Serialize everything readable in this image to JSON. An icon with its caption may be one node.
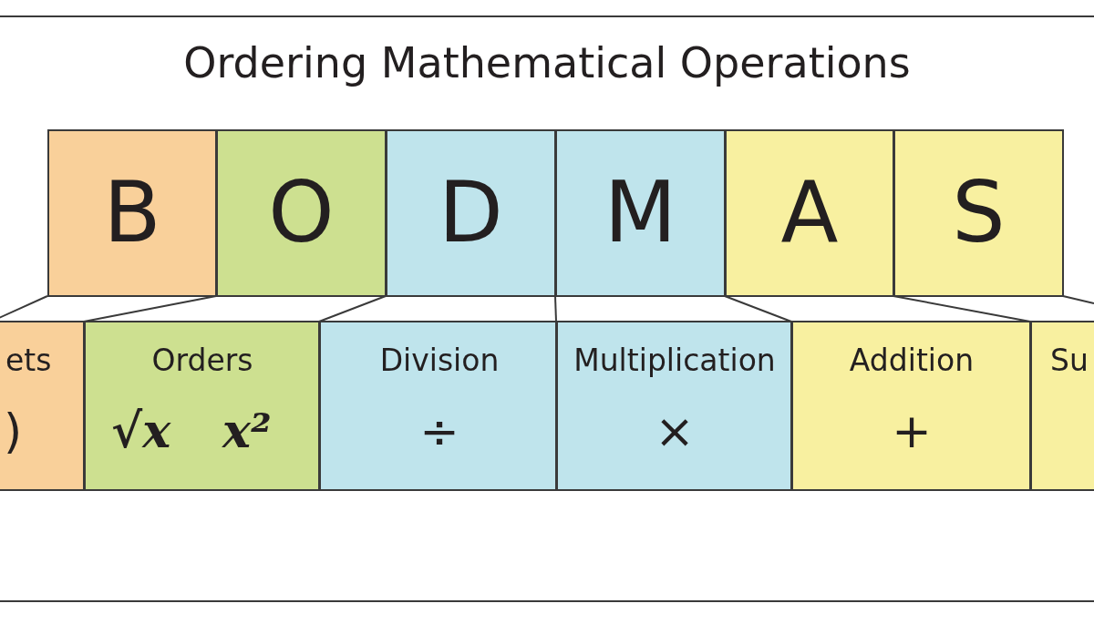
{
  "diagram": {
    "title": "Ordering Mathematical Operations",
    "nodes": [
      {
        "text": [
          "B"
        ]
      },
      {
        "text": [
          "O"
        ]
      },
      {
        "text": [
          "D"
        ]
      },
      {
        "text": [
          "M"
        ]
      },
      {
        "text": [
          "A"
        ]
      },
      {
        "text": [
          "S"
        ]
      },
      {
        "text": [
          "ets",
          ")"
        ]
      },
      {
        "text": [
          "Orders",
          "√x",
          "x²"
        ]
      },
      {
        "text": [
          "Division",
          "÷"
        ]
      },
      {
        "text": [
          "Multiplication",
          "×"
        ]
      },
      {
        "text": [
          "Addition",
          "+"
        ]
      },
      {
        "text": [
          "Su"
        ]
      }
    ],
    "edges": [
      {
        "from": 0,
        "to": 6,
        "arrow": "none"
      },
      {
        "from": 1,
        "to": 7,
        "arrow": "none"
      },
      {
        "from": 2,
        "to": 8,
        "arrow": "none"
      },
      {
        "from": 3,
        "to": 9,
        "arrow": "none"
      },
      {
        "from": 4,
        "to": 10,
        "arrow": "none"
      },
      {
        "from": 5,
        "to": 11,
        "arrow": "none"
      }
    ]
  }
}
